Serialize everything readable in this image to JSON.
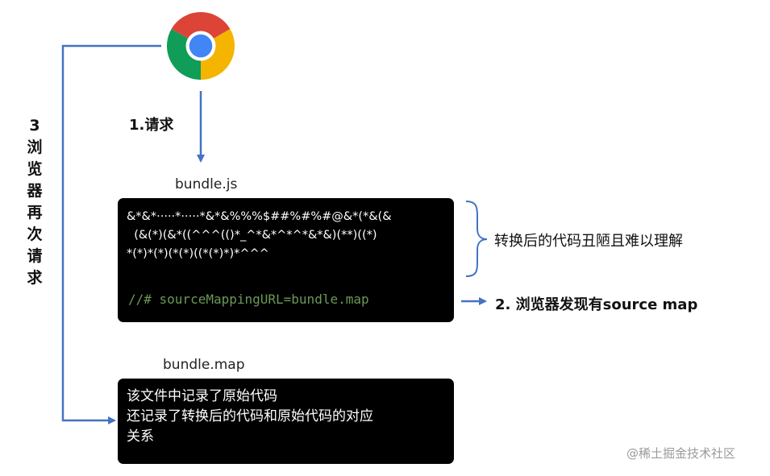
{
  "colors": {
    "arrow": "#4472c4",
    "code_bg": "#000000",
    "comment_green": "#6a9955",
    "chrome_red": "#db4437",
    "chrome_yellow": "#f4b400",
    "chrome_green": "#0f9d58",
    "chrome_blue": "#4285f4"
  },
  "icons": {
    "browser": "chrome-logo-icon"
  },
  "steps": {
    "request": "1.请求",
    "found": "2. 浏览器发现有source map",
    "rerequest_number": "3",
    "rerequest_chars": [
      "浏",
      "览",
      "器",
      "再",
      "次",
      "请",
      "求"
    ]
  },
  "bundle_js": {
    "filename": "bundle.js",
    "garbled_lines": [
      "&*&*·····*·····*&*&%%%$##%#%#@&*(*&(&",
      "  (&(*)(&*((^^^(()*_^*&*^*^*&*&)(**)((*)",
      "*(*)*(*)(*(*)((*(*)*)*^^^"
    ],
    "source_mapping_comment": "//# sourceMappingURL=bundle.map",
    "annotation": "转换后的代码丑陋且难以理解"
  },
  "bundle_map": {
    "filename": "bundle.map",
    "lines": [
      "该文件中记录了原始代码",
      "还记录了转换后的代码和原始代码的对应",
      "关系"
    ]
  },
  "watermark": "@稀土掘金技术社区"
}
